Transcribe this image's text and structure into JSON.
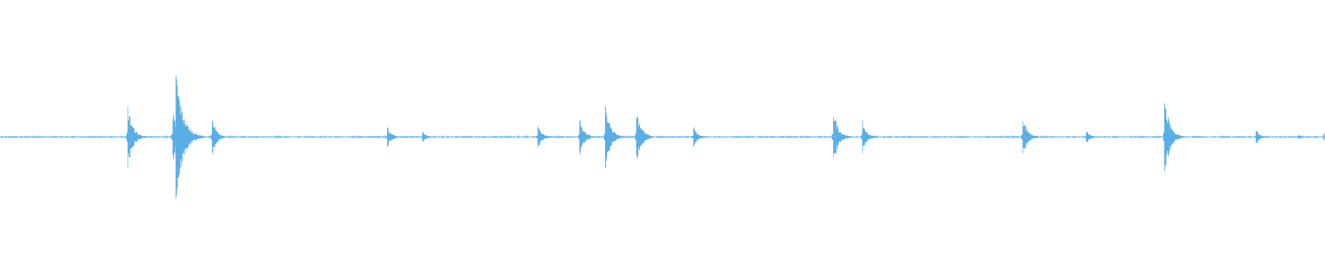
{
  "waveform": {
    "color": "#5aaee6",
    "background": "#ffffff",
    "duration_fraction_peaks": [
      {
        "at": 0.0965,
        "amp": 0.24
      },
      {
        "at": 0.1328,
        "amp": 0.52
      },
      {
        "at": 0.1305,
        "amp": 0.2
      },
      {
        "at": 0.1602,
        "amp": 0.14
      },
      {
        "at": 0.2925,
        "amp": 0.08
      },
      {
        "at": 0.319,
        "amp": 0.04
      },
      {
        "at": 0.406,
        "amp": 0.1
      },
      {
        "at": 0.4375,
        "amp": 0.15
      },
      {
        "at": 0.457,
        "amp": 0.24
      },
      {
        "at": 0.4805,
        "amp": 0.22
      },
      {
        "at": 0.5235,
        "amp": 0.08
      },
      {
        "at": 0.629,
        "amp": 0.22
      },
      {
        "at": 0.651,
        "amp": 0.12
      },
      {
        "at": 0.772,
        "amp": 0.17
      },
      {
        "at": 0.82,
        "amp": 0.05
      },
      {
        "at": 0.879,
        "amp": 0.29
      },
      {
        "at": 0.948,
        "amp": 0.06
      },
      {
        "at": 0.98,
        "amp": 0.02
      },
      {
        "at": 0.999,
        "amp": 0.04
      }
    ],
    "noise_level": 0.008
  }
}
